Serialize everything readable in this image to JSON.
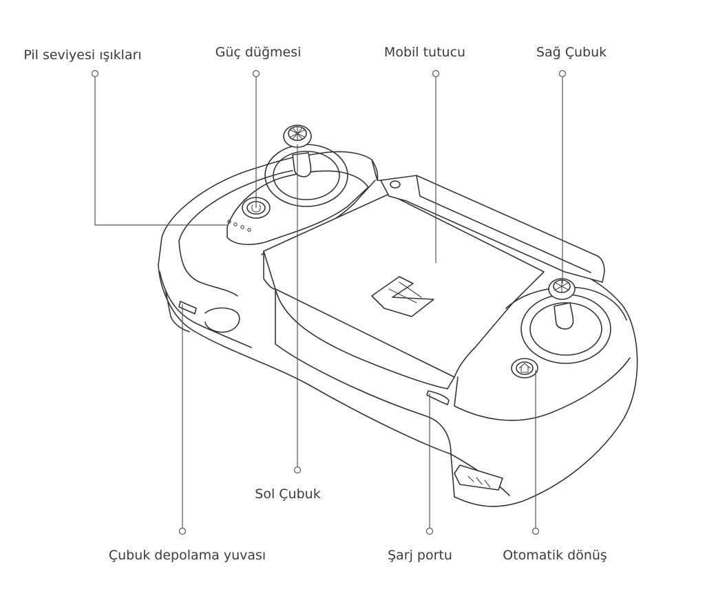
{
  "labels": {
    "battery_lights": "Pil seviyesi ışıkları",
    "power_button": "Güç düğmesi",
    "mobile_holder": "Mobil tutucu",
    "right_stick": "Sağ Çubuk",
    "left_stick": "Sol Çubuk",
    "stick_storage": "Çubuk depolama yuvası",
    "charge_port": "Şarj  portu",
    "return_home": "Otomatik  dönüş"
  },
  "colors": {
    "line": "#333333",
    "leader": "#555555",
    "text": "#3a3a3a",
    "background": "#ffffff"
  },
  "icons": {
    "power": "power-icon",
    "return_home": "return-home-icon",
    "logo": "brand-logo"
  }
}
